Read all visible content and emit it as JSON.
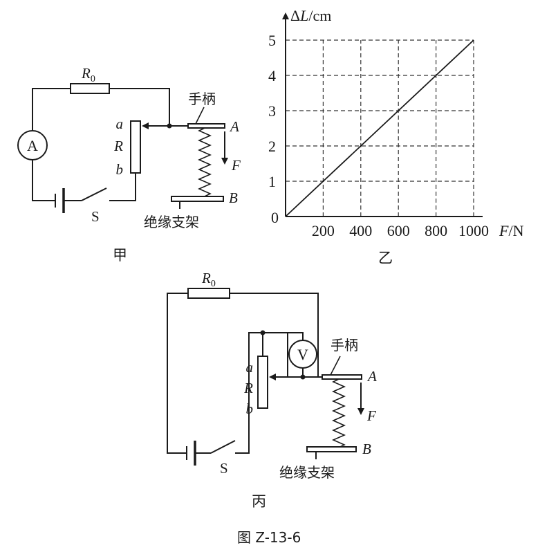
{
  "figure": {
    "caption": "图 Z-13-6",
    "sublabels": {
      "jia": "甲",
      "yi": "乙",
      "bing": "丙"
    }
  },
  "circuit_jia": {
    "resistor_label": "R",
    "resistor_label_sub": "0",
    "ammeter_label": "A",
    "rheostat_label": "R",
    "terminal_a": "a",
    "terminal_b": "b",
    "switch_label": "S",
    "handle_label": "手柄",
    "point_A": "A",
    "point_B": "B",
    "force_label": "F",
    "support_label": "绝缘支架"
  },
  "circuit_bing": {
    "resistor_label": "R",
    "resistor_label_sub": "0",
    "voltmeter_label": "V",
    "rheostat_label": "R",
    "terminal_a": "a",
    "terminal_b": "b",
    "switch_label": "S",
    "handle_label": "手柄",
    "point_A": "A",
    "point_B": "B",
    "force_label": "F",
    "support_label": "绝缘支架"
  },
  "chart_data": {
    "type": "line",
    "x": [
      0,
      1000
    ],
    "series": [
      {
        "values": [
          0,
          5
        ]
      }
    ],
    "xlim": [
      0,
      1000
    ],
    "ylim": [
      0,
      5
    ],
    "x_ticks": [
      "200",
      "400",
      "600",
      "800",
      "1000"
    ],
    "y_ticks": [
      "1",
      "2",
      "3",
      "4",
      "5"
    ],
    "origin_label": "0",
    "xlabel_var": "F",
    "xlabel_unit": "/N",
    "ylabel_prefix": "Δ",
    "ylabel_var": "L",
    "ylabel_unit": "/cm",
    "grid": true,
    "grid_style": "dashed"
  }
}
